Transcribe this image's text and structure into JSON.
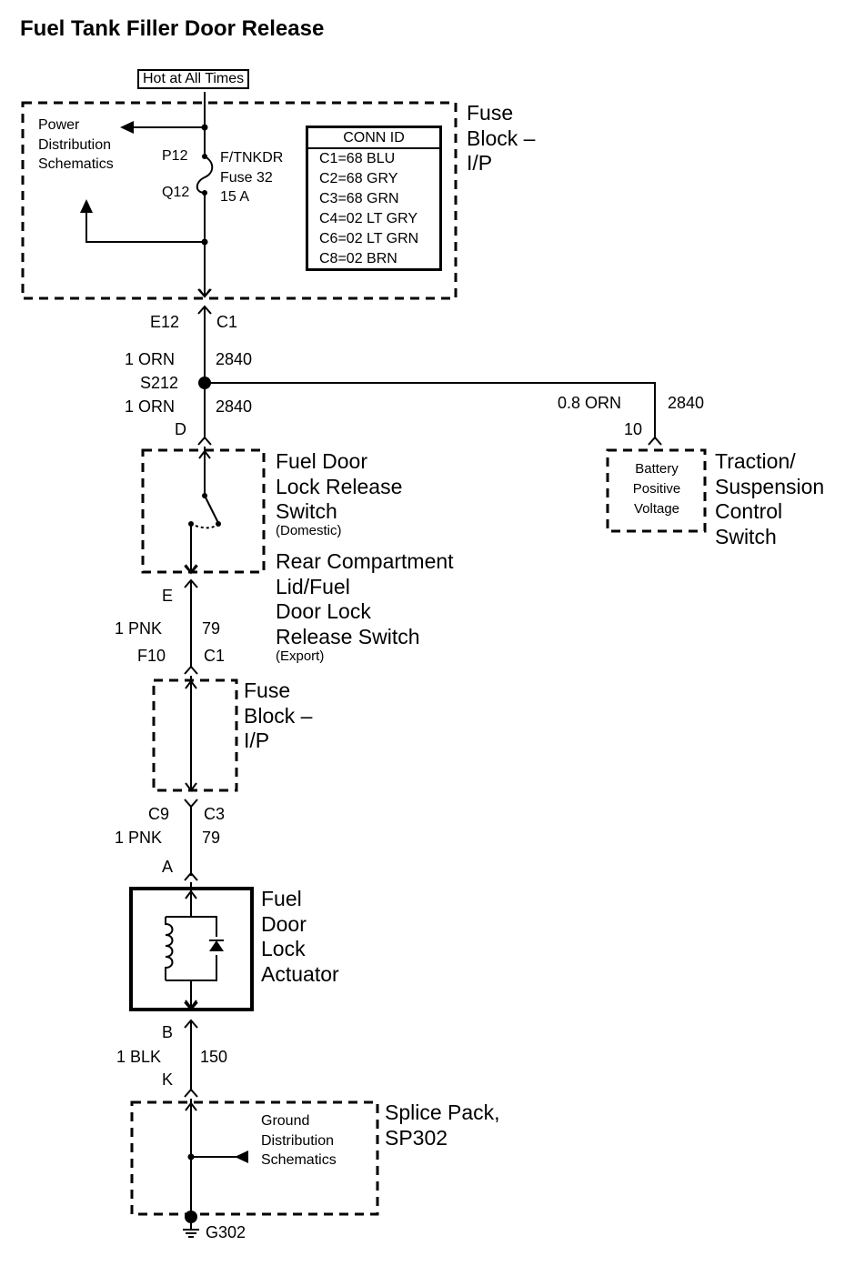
{
  "title": "Fuel Tank Filler Door Release",
  "hot_label": "Hot at All Times",
  "fuse_block_top": {
    "label": "Fuse\nBlock –\nI/P",
    "power_dist": "Power\nDistribution\nSchematics",
    "pin_in": "P12",
    "pin_out": "Q12",
    "fuse_label": "F/TNKDR\nFuse 32\n15 A",
    "conn_id": {
      "header": "CONN ID",
      "rows": [
        "C1=68 BLU",
        "C2=68 GRY",
        "C3=68 GRN",
        "C4=02 LT GRY",
        "C6=02 LT GRN",
        "C8=02 BRN"
      ]
    }
  },
  "wires": {
    "conn_e12": "E12",
    "conn_c1_top": "C1",
    "w1_gauge": "1 ORN",
    "w1_circuit": "2840",
    "splice": "S212",
    "w2_gauge": "1 ORN",
    "w2_circuit": "2840",
    "pin_d": "D",
    "branch_gauge": "0.8 ORN",
    "branch_circuit": "2840",
    "pin_10": "10",
    "pin_e": "E",
    "w3_gauge": "1 PNK",
    "w3_circuit": "79",
    "conn_f10": "F10",
    "conn_c1_mid": "C1",
    "conn_c9": "C9",
    "conn_c3": "C3",
    "w4_gauge": "1 PNK",
    "w4_circuit": "79",
    "pin_a": "A",
    "pin_b": "B",
    "w5_gauge": "1 BLK",
    "w5_circuit": "150",
    "pin_k": "K"
  },
  "switch": {
    "label_domestic": "Fuel Door\nLock Release\nSwitch",
    "domestic": "(Domestic)",
    "label_export": "Rear Compartment\nLid/Fuel\nDoor Lock\nRelease Switch",
    "export": "(Export)"
  },
  "traction": {
    "inner": "Battery\nPositive\nVoltage",
    "label": "Traction/\nSuspension\nControl\nSwitch"
  },
  "fuse_block_mid": {
    "label": "Fuse\nBlock –\nI/P"
  },
  "actuator": {
    "label": "Fuel\nDoor\nLock\nActuator"
  },
  "splice_pack": {
    "label": "Splice Pack,\nSP302",
    "ground_dist": "Ground\nDistribution\nSchematics"
  },
  "ground": "G302"
}
